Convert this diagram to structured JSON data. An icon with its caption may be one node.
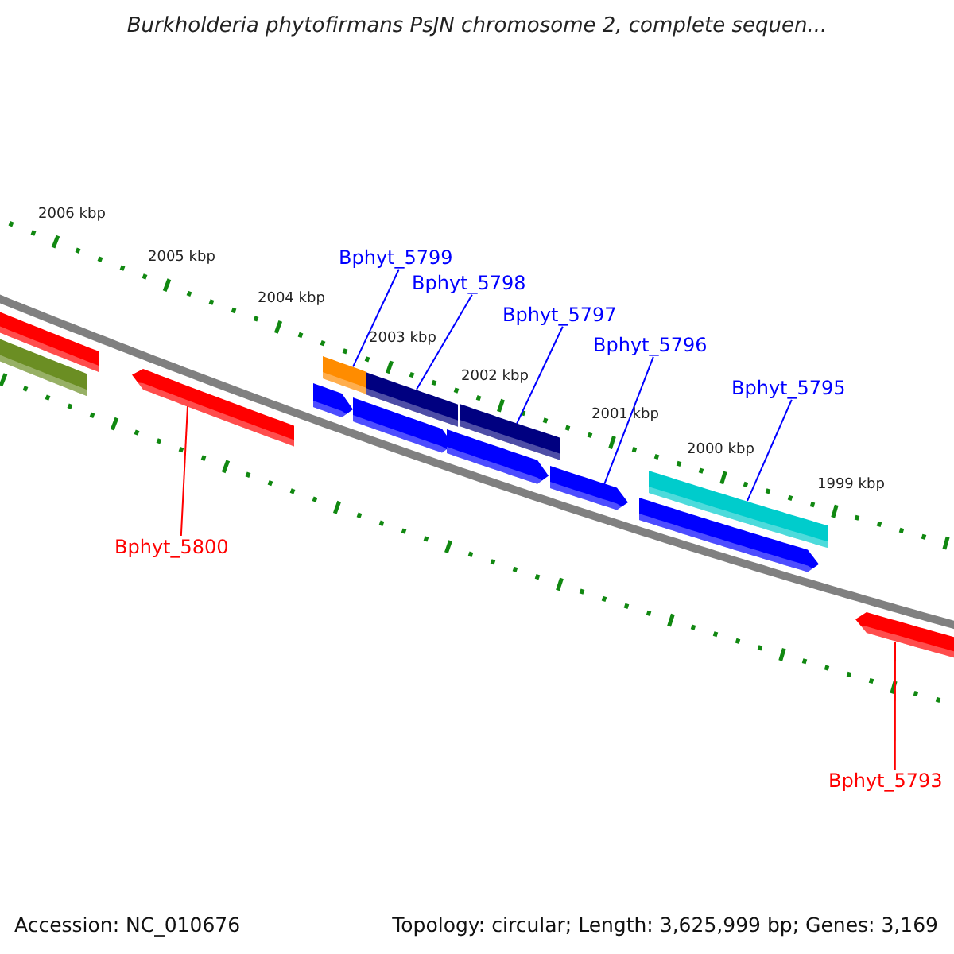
{
  "diagram": {
    "title": "Burkholderia phytofirmans PsJN chromosome 2, complete sequen...",
    "nodes": [
      {
        "text": [
          "Bphyt_5799"
        ]
      },
      {
        "text": [
          "Bphyt_5798"
        ]
      },
      {
        "text": [
          "Bphyt_5797"
        ]
      },
      {
        "text": [
          "Bphyt_5796"
        ]
      },
      {
        "text": [
          "Bphyt_5795"
        ]
      },
      {
        "text": [],
        "shape": "bar"
      },
      {
        "text": [],
        "shape": "bar"
      },
      {
        "text": [],
        "shape": "arrow"
      },
      {
        "text": [],
        "shape": "bar"
      },
      {
        "text": [],
        "shape": "bar"
      },
      {
        "text": [],
        "shape": "bar"
      },
      {
        "text": [],
        "shape": "bar"
      },
      {
        "text": [],
        "shape": "arrow"
      },
      {
        "text": [],
        "shape": "arrow"
      },
      {
        "text": [],
        "shape": "arrow"
      },
      {
        "text": [],
        "shape": "arrow"
      },
      {
        "text": [],
        "shape": "arrow"
      },
      {
        "text": [
          "Bphyt_5800"
        ]
      },
      {
        "text": [],
        "shape": "arrow"
      },
      {
        "text": [
          "Bphyt_5793"
        ]
      }
    ],
    "edges": [
      {
        "from": 0,
        "to": 8,
        "arrow": "none"
      },
      {
        "from": 1,
        "to": 9,
        "arrow": "none"
      },
      {
        "from": 2,
        "to": 10,
        "arrow": "none"
      },
      {
        "from": 3,
        "to": 15,
        "arrow": "none"
      },
      {
        "from": 4,
        "to": 11,
        "arrow": "none"
      },
      {
        "from": 17,
        "to": 7,
        "arrow": "none",
        "color": "#ff0000"
      },
      {
        "from": 19,
        "to": 18,
        "arrow": "none",
        "color": "#ff0000"
      }
    ],
    "labels": [
      "2006 kbp",
      "2005 kbp",
      "2004 kbp",
      "2003 kbp",
      "2002 kbp",
      "2001 kbp",
      "2000 kbp",
      "1999 kbp",
      "Accession: NC_010676",
      "Topology: circular; Length: 3,625,999 bp; Genes: 3,169"
    ]
  }
}
